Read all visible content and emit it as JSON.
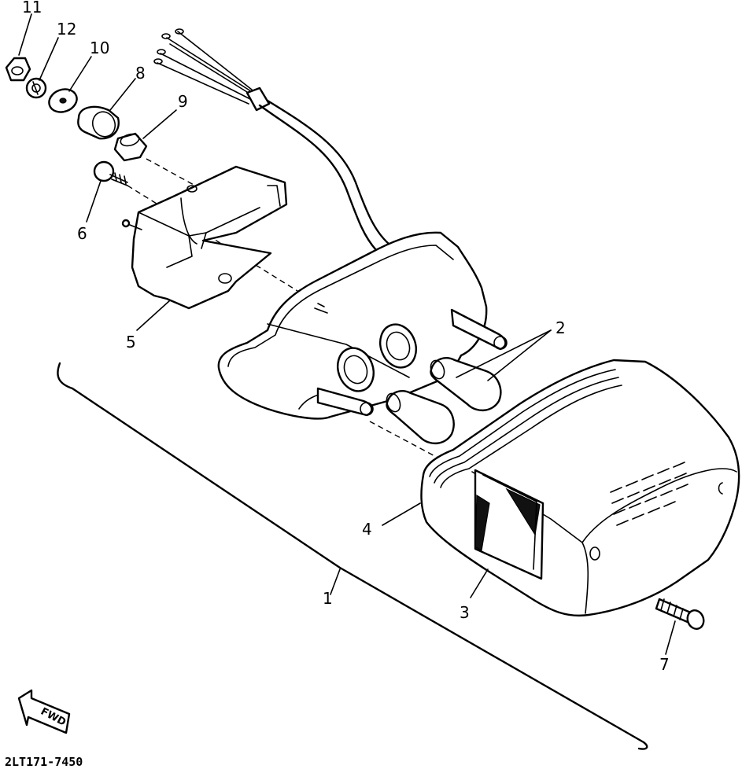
{
  "diagram": {
    "drawing_code": "2LT171-7450",
    "fwd_label": "FWD",
    "callouts": {
      "c1": "1",
      "c2": "2",
      "c3": "3",
      "c4": "4",
      "c5": "5",
      "c6": "6",
      "c7": "7",
      "c8": "8",
      "c9": "9",
      "c10": "10",
      "c11": "11",
      "c12": "12"
    },
    "icons": {
      "direction_arrow": "fwd-arrow-icon"
    },
    "colors": {
      "ink": "#000000",
      "paper": "#ffffff"
    }
  }
}
